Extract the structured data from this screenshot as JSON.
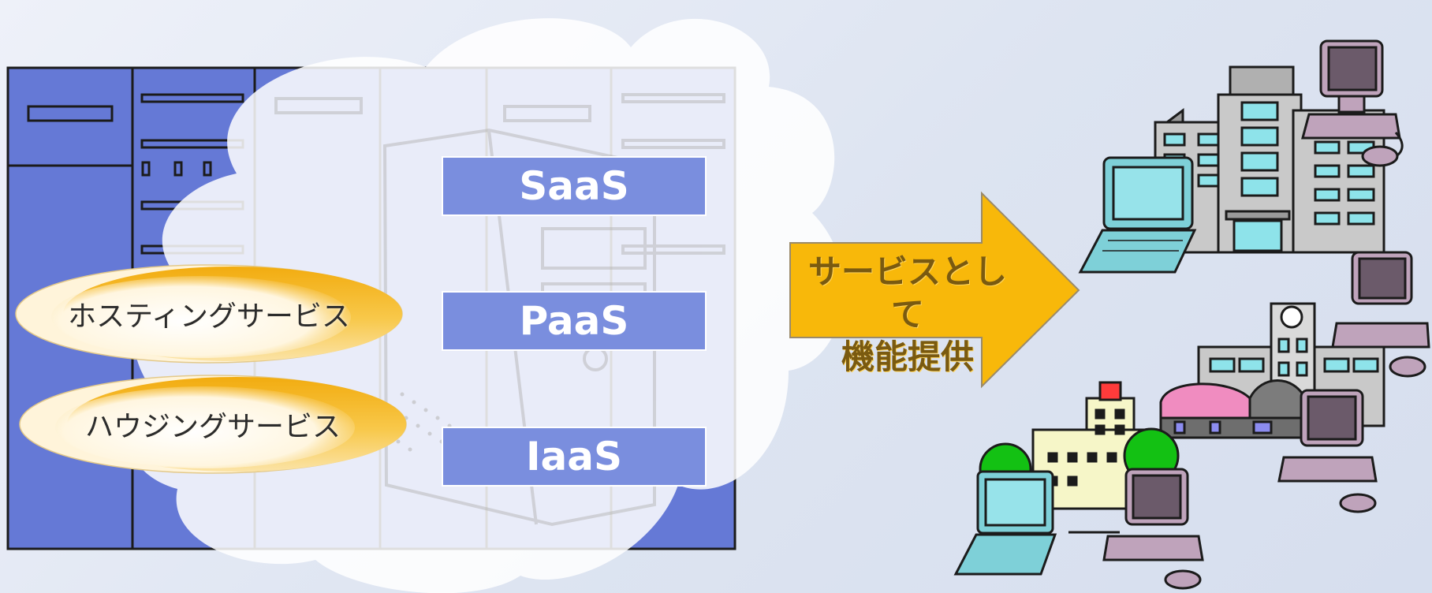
{
  "colors": {
    "rack_blue": "#6579d6",
    "service_box": "#7a8ede",
    "oval_gold": "#f5b625",
    "arrow_gold": "#f8b80a"
  },
  "services": [
    {
      "label": "SaaS"
    },
    {
      "label": "PaaS"
    },
    {
      "label": "IaaS"
    }
  ],
  "ovals": [
    {
      "label": "ホスティングサービス"
    },
    {
      "label": "ハウジングサービス"
    }
  ],
  "arrow": {
    "line1": "サービスとして",
    "line2": "機能提供"
  },
  "icons": [
    "server-rack-icon",
    "cloud-icon",
    "server-tower-icon",
    "office-building-icon",
    "school-icon",
    "hospital-icon",
    "laptop-icon",
    "desktop-computer-icon"
  ]
}
